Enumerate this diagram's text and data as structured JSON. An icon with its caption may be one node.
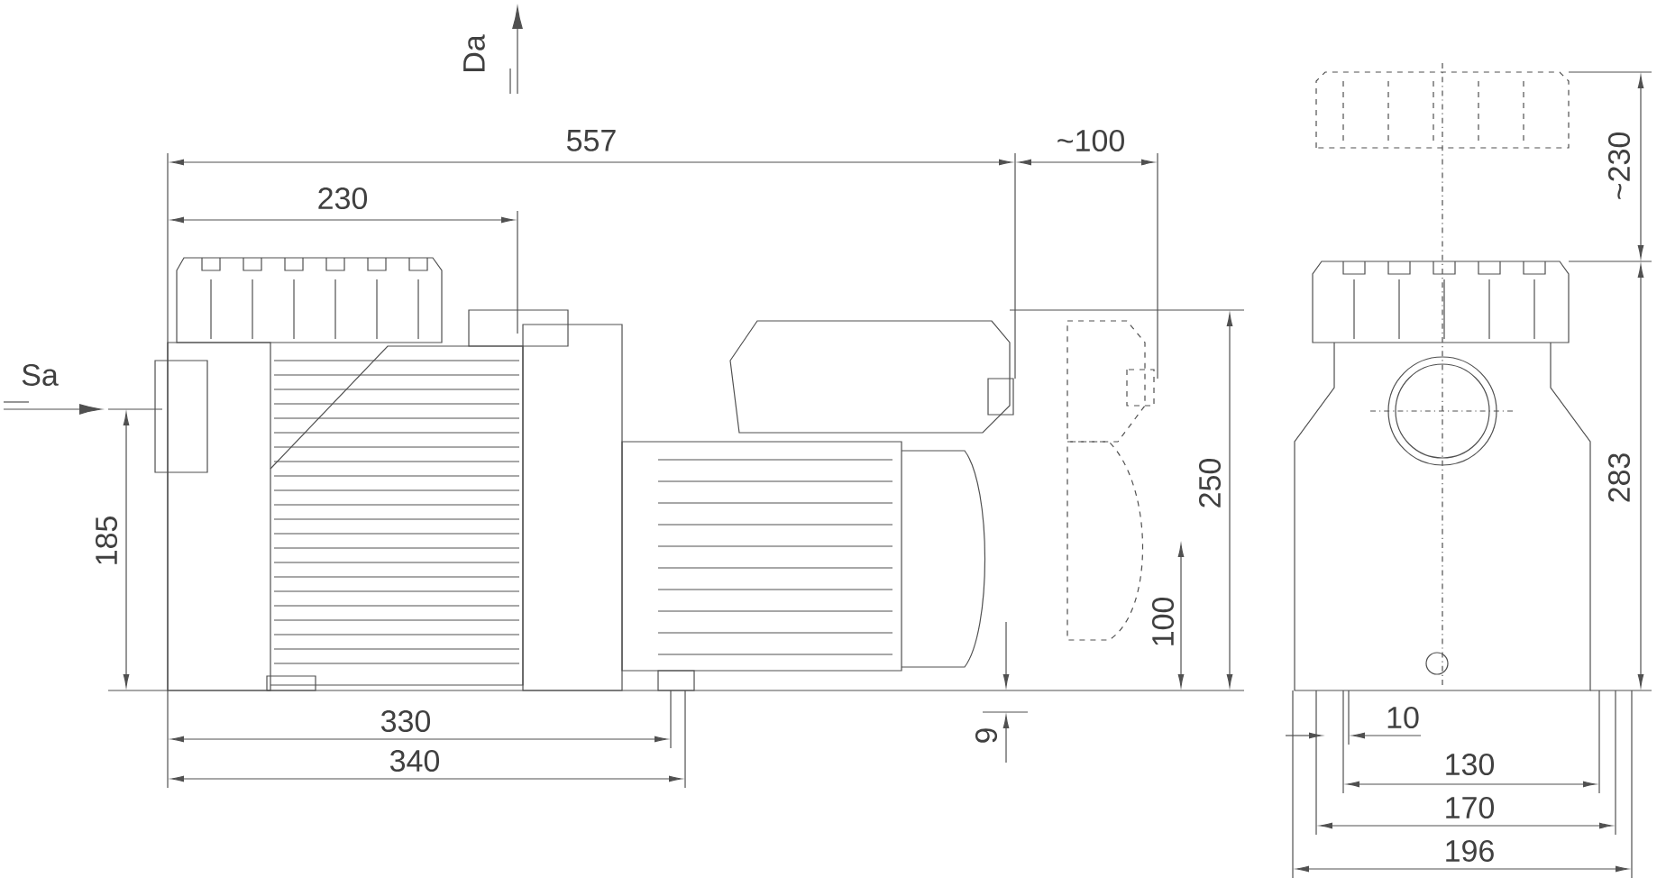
{
  "diagram": {
    "labels": [
      "Da",
      "557",
      "~100",
      "~230",
      "230",
      "Sa",
      "250",
      "283",
      "185",
      "100",
      "330",
      "9",
      "10",
      "340",
      "130",
      "170",
      "196"
    ]
  }
}
